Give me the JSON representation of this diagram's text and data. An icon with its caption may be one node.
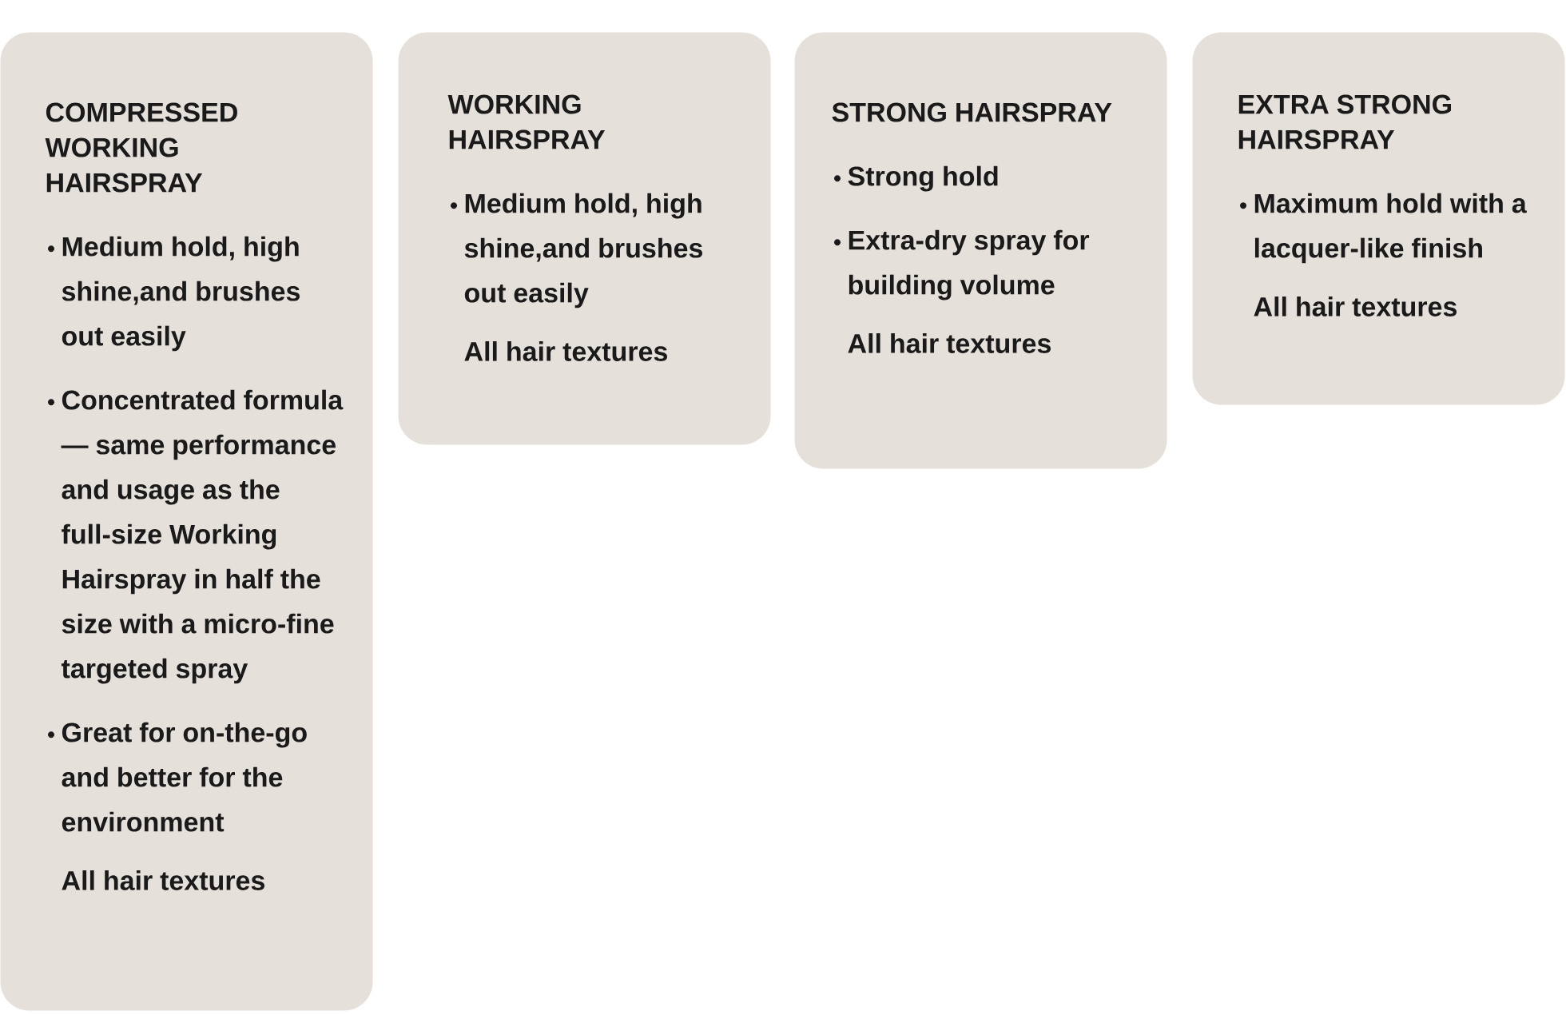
{
  "diagram": {
    "nodes": [
      {
        "text": [
          "COMPRESSED WORKING HAIRSPRAY",
          "Medium hold, high shine,and brushes out easily",
          "Concentrated formula — same performance and usage as the full-size Working Hairspray in half the size with a micro-fine targeted spray",
          "Great for on-the-go and better for the environment",
          "All hair textures"
        ]
      },
      {
        "text": [
          "WORKING HAIRSPRAY",
          "Medium hold, high shine,and brushes out easily",
          "All hair textures"
        ]
      },
      {
        "text": [
          "STRONG HAIRSPRAY",
          "Strong hold",
          "Extra-dry spray for building volume",
          "All hair textures"
        ]
      },
      {
        "text": [
          "EXTRA STRONG HAIRSPRAY",
          "Maximum hold with a lacquer-like finish",
          "All hair textures"
        ]
      }
    ]
  }
}
